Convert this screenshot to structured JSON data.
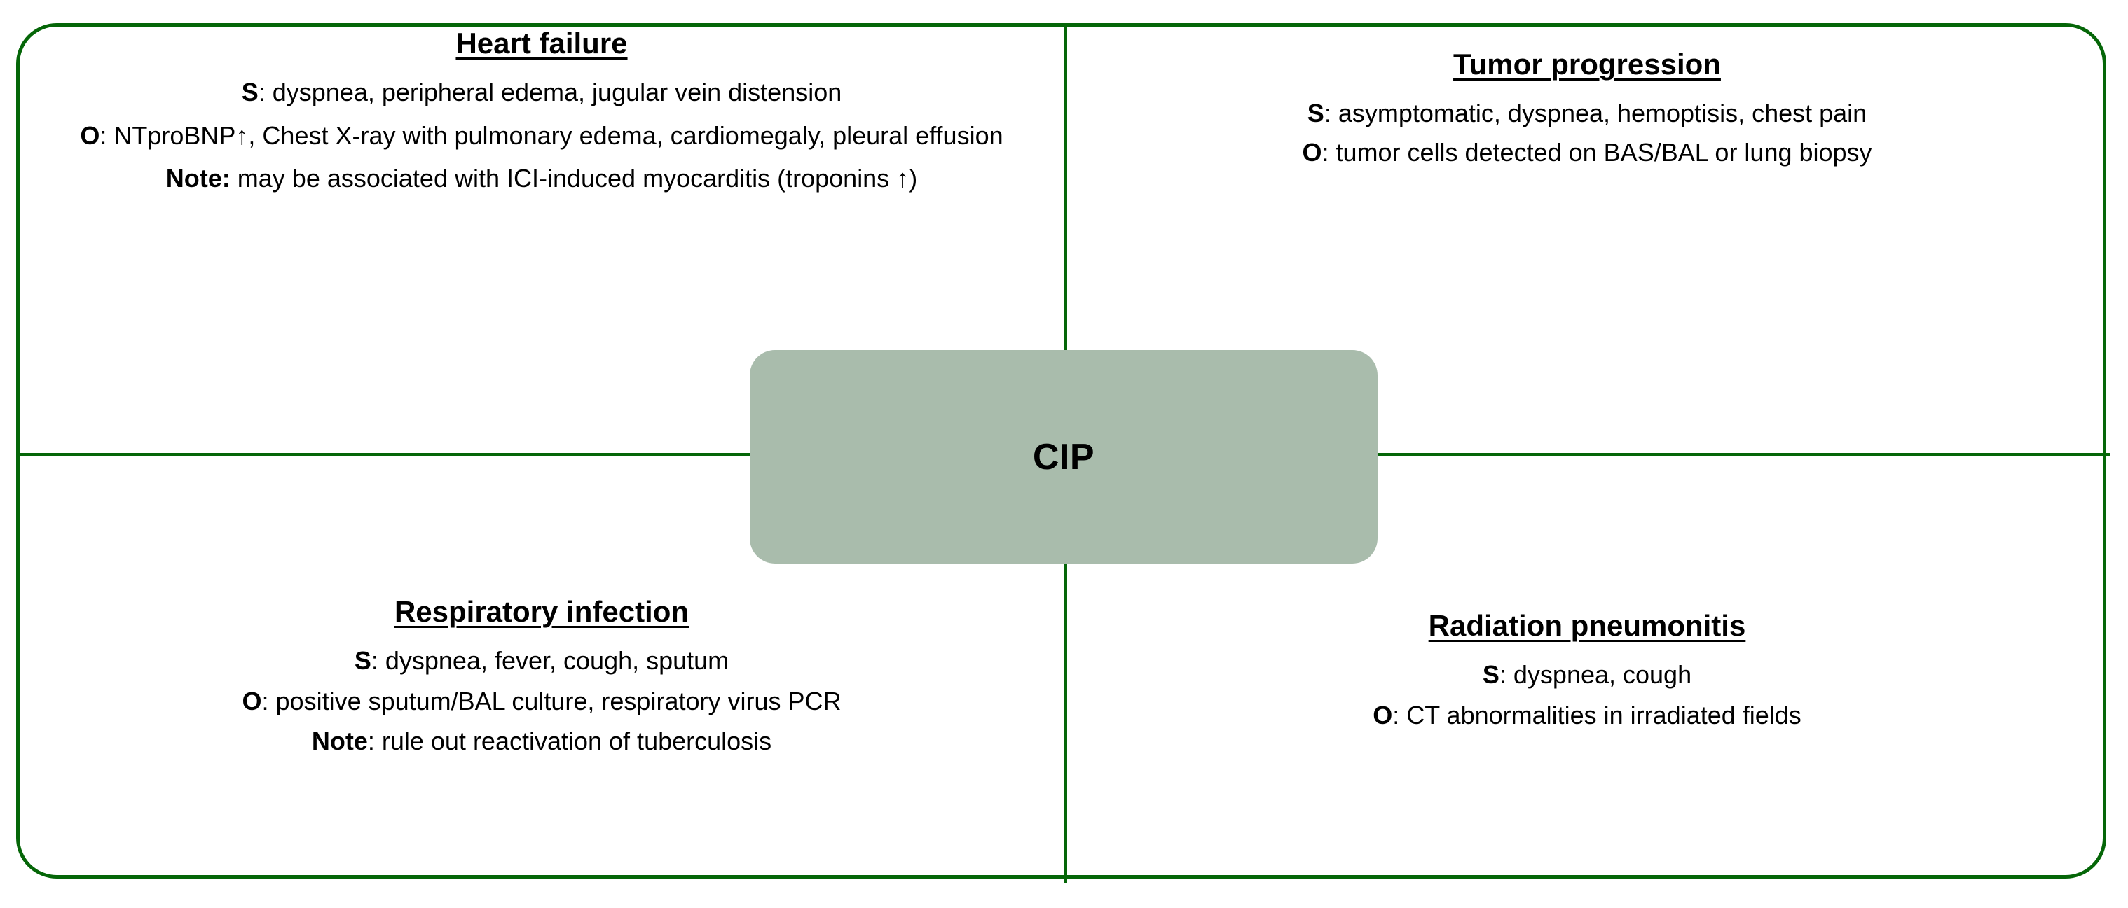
{
  "figure": {
    "type": "differential-diagnosis-quadrant-diagram",
    "colors": {
      "frame_green": "#056608",
      "center_node_fill": "#a9bcac",
      "text": "#000000",
      "background": "#ffffff"
    }
  },
  "center": {
    "label": "CIP"
  },
  "quadrants": [
    {
      "id": "heart-failure",
      "position": "top-left",
      "title": "Heart failure",
      "lines": [
        {
          "prefix": "S",
          "separator": ": ",
          "text": "dyspnea, peripheral edema, jugular vein distension"
        },
        {
          "prefix": "O",
          "separator": ": ",
          "text": "NTproBNP↑, Chest X-ray with pulmonary edema, cardiomegaly, pleural effusion"
        },
        {
          "prefix": "Note:",
          "separator": " ",
          "text": "may be associated with ICI-induced myocarditis (troponins ↑)"
        }
      ]
    },
    {
      "id": "tumor-progression",
      "position": "top-right",
      "title": "Tumor progression",
      "lines": [
        {
          "prefix": "S",
          "separator": ": ",
          "text": "asymptomatic, dyspnea, hemoptisis, chest pain"
        },
        {
          "prefix": "O",
          "separator": ": ",
          "text": "tumor cells detected on BAS/BAL or lung biopsy"
        }
      ]
    },
    {
      "id": "respiratory-infection",
      "position": "bottom-left",
      "title": "Respiratory infection",
      "lines": [
        {
          "prefix": "S",
          "separator": ": ",
          "text": "dyspnea, fever, cough, sputum"
        },
        {
          "prefix": "O",
          "separator": ": ",
          "text": "positive sputum/BAL culture, respiratory virus PCR"
        },
        {
          "prefix": "Note",
          "separator": ": ",
          "text": "rule out reactivation of tuberculosis"
        }
      ]
    },
    {
      "id": "radiation-pneumonitis",
      "position": "bottom-right",
      "title": "Radiation pneumonitis",
      "lines": [
        {
          "prefix": "S",
          "separator": ": ",
          "text": "dyspnea, cough"
        },
        {
          "prefix": "O",
          "separator": ": ",
          "text": "CT abnormalities in irradiated fields"
        }
      ]
    }
  ]
}
